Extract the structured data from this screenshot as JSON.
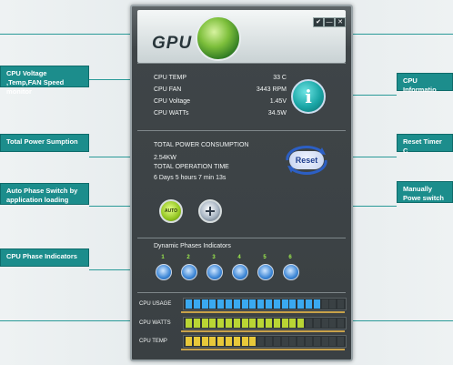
{
  "callouts_left": [
    {
      "text": "CPU Voltage ,Temp,FAN Speed monitor"
    },
    {
      "text": "Total Power Sumption"
    },
    {
      "text": "Auto Phase Switch by application loading"
    },
    {
      "text": "CPU Phase Indicators"
    }
  ],
  "callouts_right": [
    {
      "text": "CPU Informatio"
    },
    {
      "text": "Reset Timer C"
    },
    {
      "text": "Manually Powe switch"
    }
  ],
  "app": {
    "logo": "GPU",
    "window_buttons": [
      "✔",
      "—",
      "✕"
    ],
    "monitor": {
      "rows": [
        {
          "label": "CPU TEMP",
          "value": "33 C"
        },
        {
          "label": "CPU FAN",
          "value": "3443 RPM"
        },
        {
          "label": "CPU Voltage",
          "value": "1.45V"
        },
        {
          "label": "CPU WATTs",
          "value": "34.5W"
        }
      ]
    },
    "info_button": "i",
    "power": {
      "title": "TOTAL POWER CONSUMPTION",
      "value": "2.54KW",
      "time_title": "TOTAL OPERATION TIME",
      "time_value": "6 Days 5 hours 7 min 13s",
      "reset_label": "Reset"
    },
    "auto_button": "AUTO",
    "phases": {
      "title": "Dynamic Phases Indicators",
      "numbers": [
        "1",
        "2",
        "3",
        "4",
        "5",
        "6"
      ]
    },
    "bars": [
      {
        "label": "CPU USAGE",
        "color": "#3aa9f0",
        "level": 0.85
      },
      {
        "label": "CPU WATTS",
        "color": "#b9d534",
        "level": 0.75
      },
      {
        "label": "CPU TEMP",
        "color": "#e8c83a",
        "level": 0.45
      }
    ]
  }
}
